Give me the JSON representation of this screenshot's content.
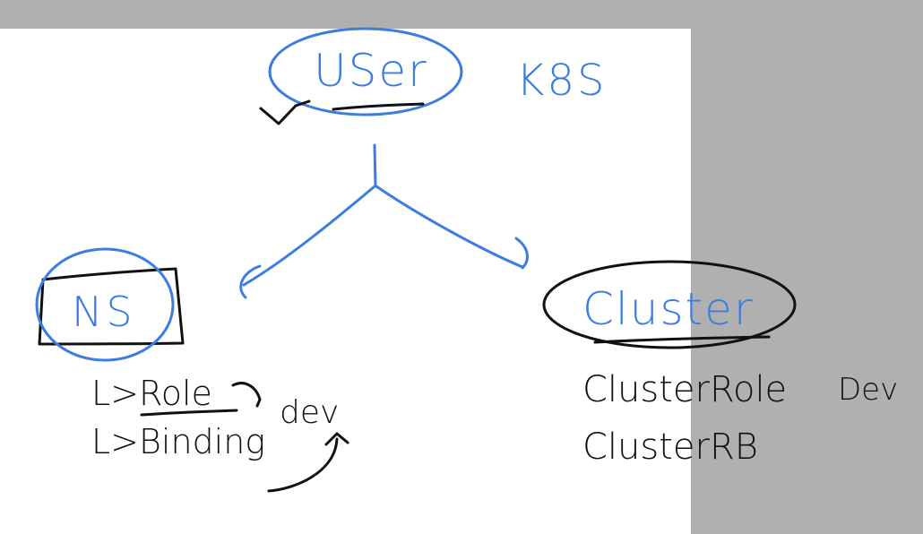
{
  "colors": {
    "background": "#b0b0b0",
    "board": "#ffffff",
    "blue_ink": "#3b7de0",
    "black_ink": "#111111"
  },
  "nodes": {
    "user": "USer",
    "k8s": "K8S",
    "ns": "NS",
    "cluster": "Cluster"
  },
  "ns_items": {
    "role": "L>Role",
    "binding": "L>Binding",
    "dev": "dev"
  },
  "cluster_items": {
    "cluster_role": "ClusterRole",
    "dev": "Dev",
    "cluster_rb": "ClusterRB"
  }
}
